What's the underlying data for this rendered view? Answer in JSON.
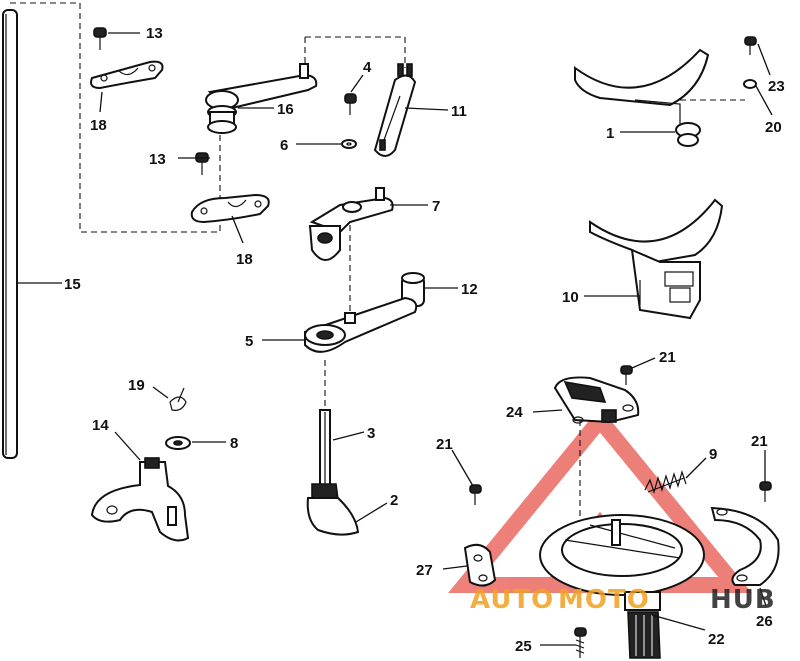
{
  "callouts": {
    "c1": "1",
    "c2": "2",
    "c3": "3",
    "c4": "4",
    "c5": "5",
    "c6": "6",
    "c7": "7",
    "c8": "8",
    "c9": "9",
    "c10": "10",
    "c11": "11",
    "c12": "12",
    "c13a": "13",
    "c13b": "13",
    "c14": "14",
    "c15": "15",
    "c16": "16",
    "c18a": "18",
    "c18b": "18",
    "c19": "19",
    "c20": "20",
    "c21a": "21",
    "c21b": "21",
    "c21c": "21",
    "c22": "22",
    "c23": "23",
    "c24": "24",
    "c25": "25",
    "c26": "26",
    "c27": "27"
  },
  "watermark": {
    "part1": "AUTO",
    "part2": "MOTO",
    "part3": "HUB",
    "color_primary": "#f0a020",
    "color_accent": "#e8554d"
  }
}
